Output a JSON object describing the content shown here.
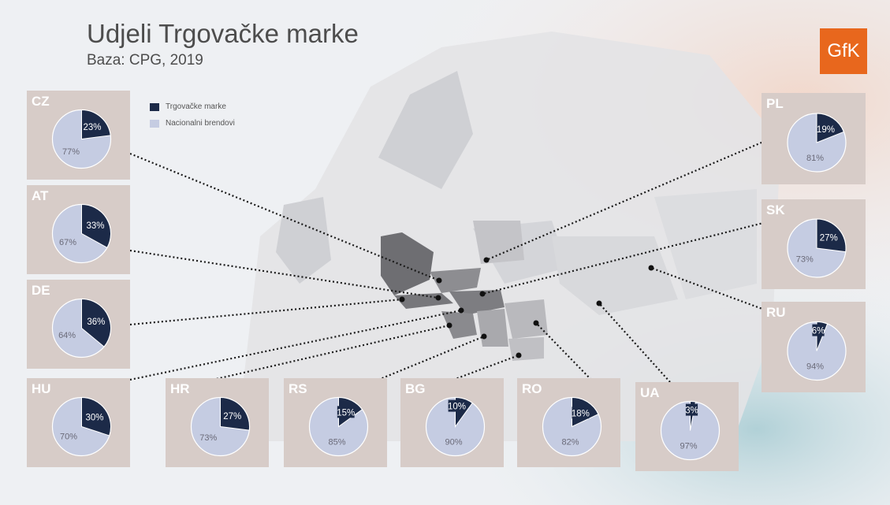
{
  "header": {
    "title": "Udjeli Trgovačke marke",
    "subtitle": "Baza: CPG, 2019",
    "logo_text": "GfK"
  },
  "colors": {
    "private_label": "#1c2a48",
    "national_brands": "#c5cce2",
    "panel_bg": "#d7ccc8",
    "logo": "#e8671d"
  },
  "chart_data": {
    "type": "pie",
    "title": "Udjeli Trgovačke marke",
    "subtitle": "Baza: CPG, 2019",
    "series_names": [
      "Trgovačke marke",
      "Nacionalni brendovi"
    ],
    "legend_position": "top-left",
    "countries": [
      {
        "code": "CZ",
        "private_label": 23,
        "national_brands": 77,
        "pl_label": "23%",
        "nb_label": "77%"
      },
      {
        "code": "AT",
        "private_label": 33,
        "national_brands": 67,
        "pl_label": "33%",
        "nb_label": "67%"
      },
      {
        "code": "DE",
        "private_label": 36,
        "national_brands": 64,
        "pl_label": "36%",
        "nb_label": "64%"
      },
      {
        "code": "HU",
        "private_label": 30,
        "national_brands": 70,
        "pl_label": "30%",
        "nb_label": "70%"
      },
      {
        "code": "HR",
        "private_label": 27,
        "national_brands": 73,
        "pl_label": "27%",
        "nb_label": "73%"
      },
      {
        "code": "RS",
        "private_label": 15,
        "national_brands": 85,
        "pl_label": "15%",
        "nb_label": "85%"
      },
      {
        "code": "BG",
        "private_label": 10,
        "national_brands": 90,
        "pl_label": "10%",
        "nb_label": "90%"
      },
      {
        "code": "RO",
        "private_label": 18,
        "national_brands": 82,
        "pl_label": "18%",
        "nb_label": "82%"
      },
      {
        "code": "UA",
        "private_label": 3,
        "national_brands": 97,
        "pl_label": "3%",
        "nb_label": "97%"
      },
      {
        "code": "PL",
        "private_label": 19,
        "national_brands": 81,
        "pl_label": "19%",
        "nb_label": "81%"
      },
      {
        "code": "SK",
        "private_label": 27,
        "national_brands": 73,
        "pl_label": "27%",
        "nb_label": "73%"
      },
      {
        "code": "RU",
        "private_label": 6,
        "national_brands": 94,
        "pl_label": "6%",
        "nb_label": "94%"
      }
    ]
  }
}
